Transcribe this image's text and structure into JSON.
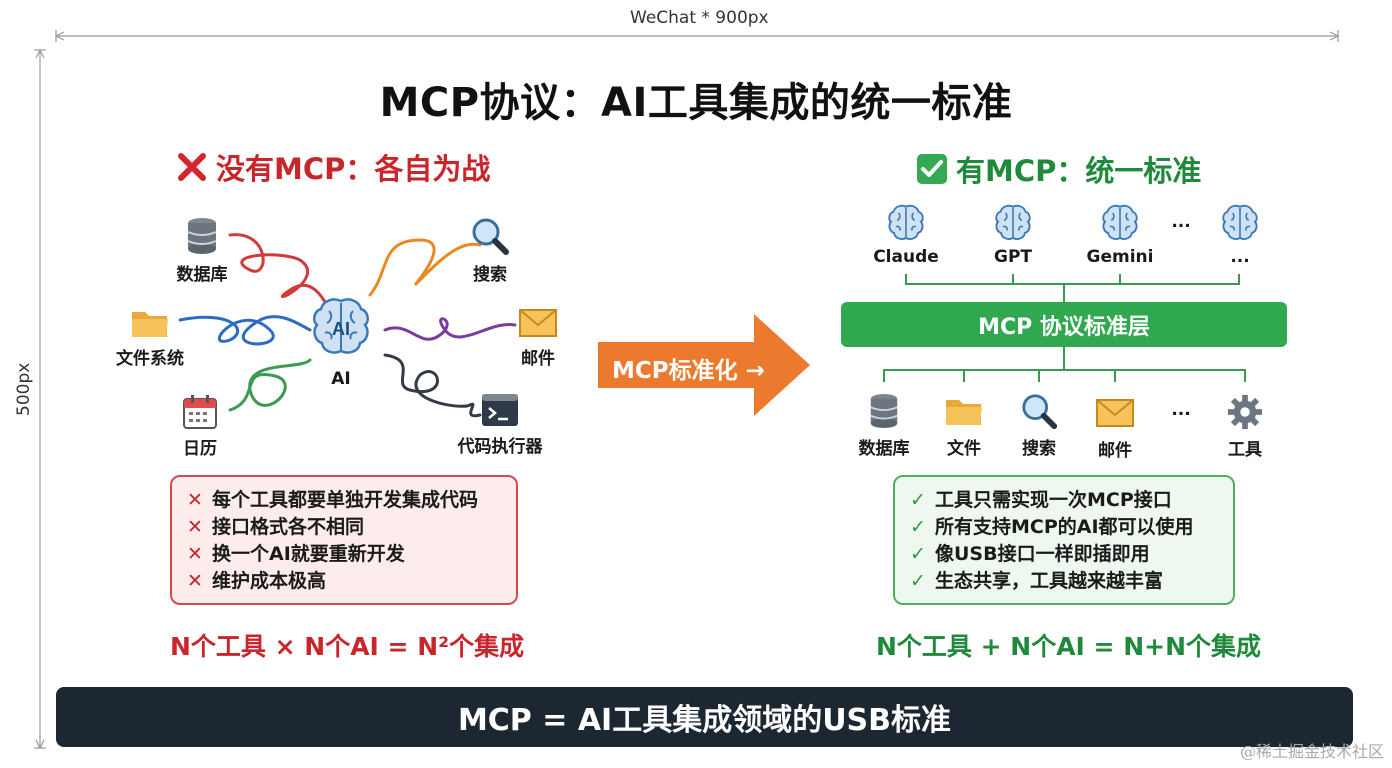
{
  "dimensions": {
    "width_label": "WeChat * 900px",
    "height_label": "500px"
  },
  "title": "MCP协议：AI工具集成的统一标准",
  "left": {
    "heading": "没有MCP：各自为战",
    "center": "AI",
    "nodes": {
      "database": "数据库",
      "search": "搜索",
      "filesystem": "文件系统",
      "mail": "邮件",
      "calendar": "日历",
      "code": "代码执行器"
    },
    "problems": [
      "每个工具都要单独开发集成代码",
      "接口格式各不相同",
      "换一个AI就要重新开发",
      "维护成本极高"
    ],
    "formula": "N个工具 × N个AI = N²个集成"
  },
  "arrow": {
    "label": "MCP标准化 →"
  },
  "right": {
    "heading": "有MCP：统一标准",
    "models": [
      "Claude",
      "GPT",
      "Gemini",
      "..."
    ],
    "models_ellipsis": "...",
    "layer": "MCP 协议标准层",
    "tools": [
      "数据库",
      "文件",
      "搜索",
      "邮件",
      "工具"
    ],
    "tools_ellipsis": "...",
    "benefits": [
      "工具只需实现一次MCP接口",
      "所有支持MCP的AI都可以使用",
      "像USB接口一样即插即用",
      "生态共享，工具越来越丰富"
    ],
    "formula": "N个工具 + N个AI = N+N个集成"
  },
  "footer": "MCP = AI工具集成领域的USB标准",
  "watermark": "@稀土掘金技术社区",
  "colors": {
    "bad": "#c8262b",
    "good": "#1f8a3b",
    "layer": "#2fa84f",
    "arrow": "#ec7a2e",
    "footer": "#1c2732",
    "brain": "#5b9bd5"
  }
}
